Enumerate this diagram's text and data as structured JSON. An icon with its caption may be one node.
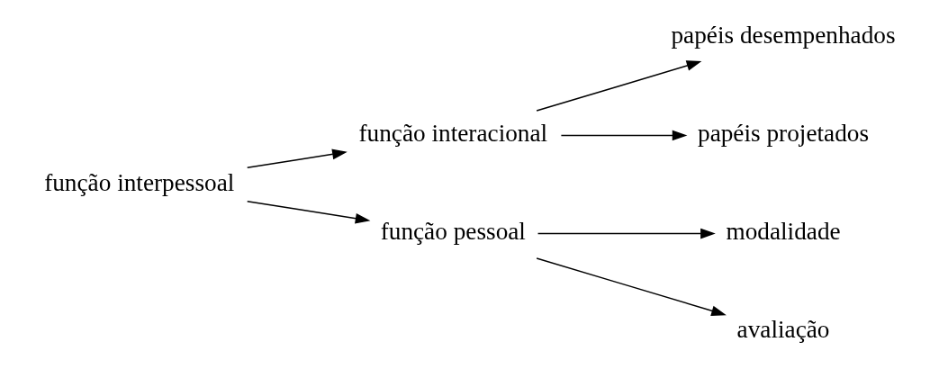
{
  "diagram": {
    "nodes": [
      {
        "text": [
          "função interpessoal"
        ]
      },
      {
        "text": [
          "função interacional"
        ]
      },
      {
        "text": [
          "papéis desempenhados"
        ]
      },
      {
        "text": [
          "papéis projetados"
        ]
      },
      {
        "text": [
          "função pessoal"
        ]
      },
      {
        "text": [
          "modalidade"
        ]
      },
      {
        "text": [
          "avaliação"
        ]
      }
    ],
    "edges": [
      {
        "from": 0,
        "to": 1,
        "arrow": "to"
      },
      {
        "from": 0,
        "to": 4,
        "arrow": "to"
      },
      {
        "from": 1,
        "to": 2,
        "arrow": "to"
      },
      {
        "from": 1,
        "to": 3,
        "arrow": "to"
      },
      {
        "from": 4,
        "to": 5,
        "arrow": "to"
      },
      {
        "from": 4,
        "to": 6,
        "arrow": "to"
      }
    ]
  }
}
